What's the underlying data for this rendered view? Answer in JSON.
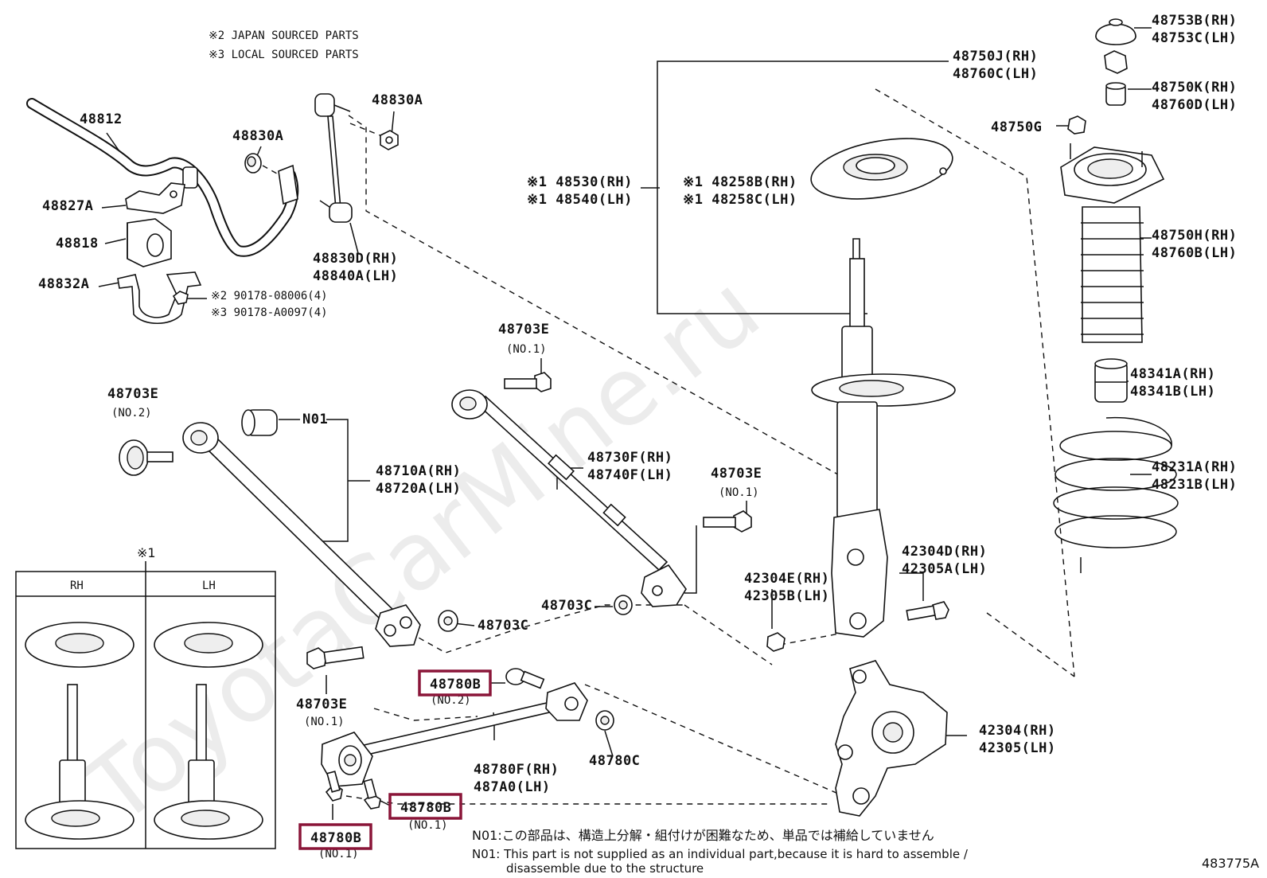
{
  "legend": {
    "japan": "※2 JAPAN SOURCED PARTS",
    "local": "※3 LOCAL SOURCED PARTS"
  },
  "watermark": "ToyotaCarMine.ru",
  "diagram_id": "483775A",
  "inset": {
    "marker": "※1",
    "rh": "RH",
    "lh": "LH"
  },
  "labels": {
    "p48812": "48812",
    "p48827A": "48827A",
    "p48818": "48818",
    "p48832A": "48832A",
    "p48830A_a": "48830A",
    "p48830A_b": "48830A",
    "p48830D": "48830D(RH)",
    "p48840A": "48840A(LH)",
    "p90178_2": "※2 90178-08006(4)",
    "p90178_3": "※3 90178-A0097(4)",
    "p48530": "※1 48530(RH)",
    "p48540": "※1 48540(LH)",
    "p48258B": "※1 48258B(RH)",
    "p48258C": "※1 48258C(LH)",
    "p48750J": "48750J(RH)",
    "p48760C": "48760C(LH)",
    "p48753B": "48753B(RH)",
    "p48753C": "48753C(LH)",
    "p48750K": "48750K(RH)",
    "p48760D": "48760D(LH)",
    "p48750G": "48750G",
    "p48750H": "48750H(RH)",
    "p48760B": "48760B(LH)",
    "p48341A": "48341A(RH)",
    "p48341B": "48341B(LH)",
    "p48231A": "48231A(RH)",
    "p48231B": "48231B(LH)",
    "p48703E_top": "48703E",
    "p48703E_top_sub": "(NO.1)",
    "p48703E_left": "48703E",
    "p48703E_left_sub": "(NO.2)",
    "pN01": "N01",
    "p48710A": "48710A(RH)",
    "p48720A": "48720A(LH)",
    "p48730F": "48730F(RH)",
    "p48740F": "48740F(LH)",
    "p48703E_right": "48703E",
    "p48703E_right_sub": "(NO.1)",
    "p42304D": "42304D(RH)",
    "p42305A": "42305A(LH)",
    "p42304E": "42304E(RH)",
    "p42305B": "42305B(LH)",
    "p48703C_a": "48703C",
    "p48703C_b": "48703C",
    "p48703E_bottom": "48703E",
    "p48703E_bottom_sub": "(NO.1)",
    "p48780B_mid": "48780B",
    "p48780B_mid_sub": "(NO.2)",
    "p48780C": "48780C",
    "p48780F": "48780F(RH)",
    "p487A0": "487A0(LH)",
    "p42304": "42304(RH)",
    "p42305": "42305(LH)",
    "p48780B_right": "48780B",
    "p48780B_right_sub": "(NO.1)",
    "p48780B_left": "48780B",
    "p48780B_left_sub": "(NO.1)"
  },
  "notes": {
    "jp": "N01:この部品は、構造上分解・組付けが困難なため、単品では補給していません",
    "en1": "N01: This part is not supplied as an individual part,because it is hard to assemble /",
    "en2": "disassemble due to the structure"
  },
  "colors": {
    "highlight": "#8a1538",
    "line": "#111111",
    "watermark": "#c8c8c8"
  }
}
